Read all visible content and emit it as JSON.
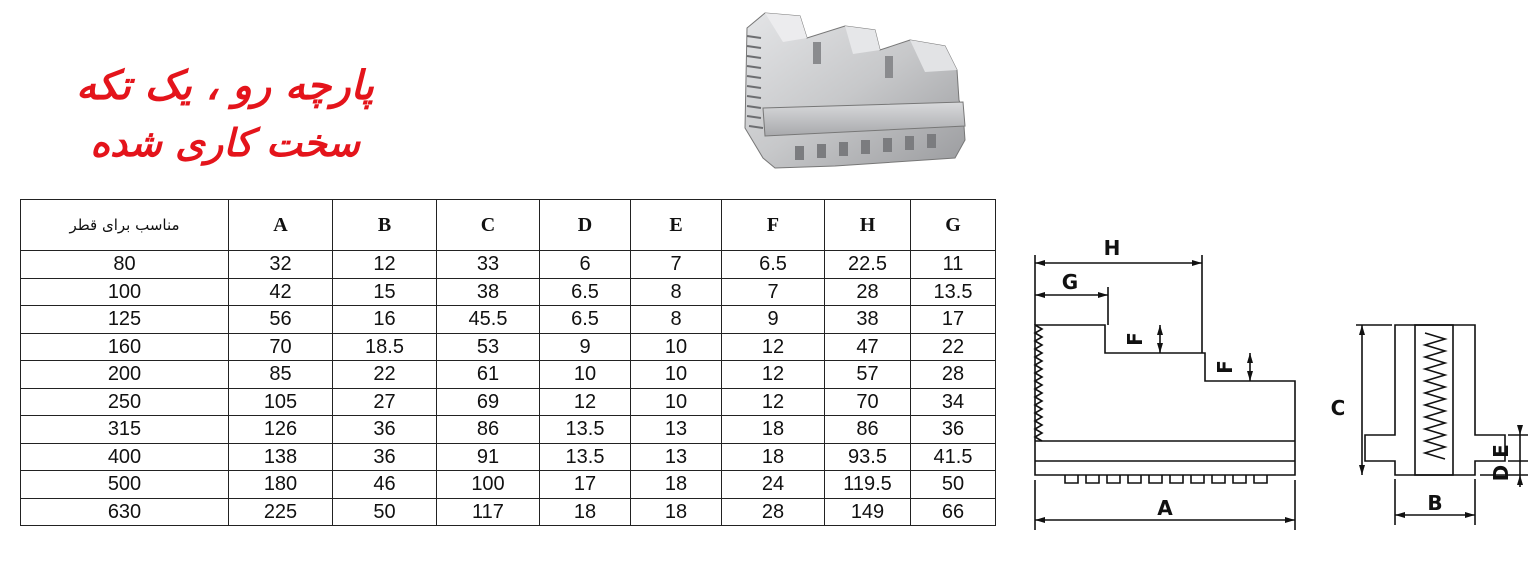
{
  "title": {
    "line1": "پارچه رو ، یک تکه",
    "line2": "سخت کاری شده"
  },
  "table": {
    "headers": [
      "مناسب برای قطر",
      "A",
      "B",
      "C",
      "D",
      "E",
      "F",
      "H",
      "G"
    ],
    "rows": [
      [
        "80",
        "32",
        "12",
        "33",
        "6",
        "7",
        "6.5",
        "22.5",
        "11"
      ],
      [
        "100",
        "42",
        "15",
        "38",
        "6.5",
        "8",
        "7",
        "28",
        "13.5"
      ],
      [
        "125",
        "56",
        "16",
        "45.5",
        "6.5",
        "8",
        "9",
        "38",
        "17"
      ],
      [
        "160",
        "70",
        "18.5",
        "53",
        "9",
        "10",
        "12",
        "47",
        "22"
      ],
      [
        "200",
        "85",
        "22",
        "61",
        "10",
        "10",
        "12",
        "57",
        "28"
      ],
      [
        "250",
        "105",
        "27",
        "69",
        "12",
        "10",
        "12",
        "70",
        "34"
      ],
      [
        "315",
        "126",
        "36",
        "86",
        "13.5",
        "13",
        "18",
        "86",
        "36"
      ],
      [
        "400",
        "138",
        "36",
        "91",
        "13.5",
        "13",
        "18",
        "93.5",
        "41.5"
      ],
      [
        "500",
        "180",
        "46",
        "100",
        "17",
        "18",
        "24",
        "119.5",
        "50"
      ],
      [
        "630",
        "225",
        "50",
        "117",
        "18",
        "18",
        "28",
        "149",
        "66"
      ]
    ]
  },
  "diagram": {
    "labels": {
      "H": "H",
      "G": "G",
      "F1": "F",
      "F2": "F",
      "A": "A",
      "C": "C",
      "D": "D",
      "E": "E",
      "B": "B"
    }
  },
  "icons": {
    "jaw_photo": "chuck-jaw-photo-icon"
  },
  "colors": {
    "title": "#e4141b",
    "text": "#111111",
    "photo_metal": "#c9cacc"
  }
}
